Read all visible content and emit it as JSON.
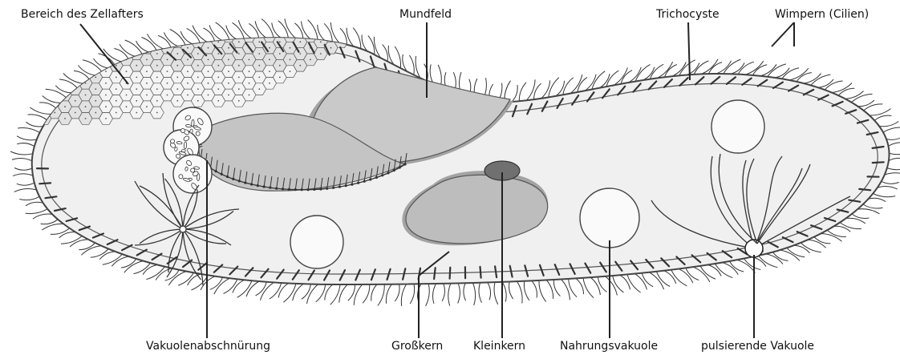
{
  "labels": {
    "anal_region": "Bereich des Zellafters",
    "oral_groove": "Mundfeld",
    "trichocyst": "Trichocyste",
    "cilia": "Wimpern (Cilien)",
    "vacuole_pinching": "Vakuolenabschnürung",
    "macronucleus": "Großkern",
    "micronucleus": "Kleinkern",
    "food_vacuole": "Nahrungsvakuole",
    "contractile_vacuole": "pulsierende Vakuole"
  },
  "colors": {
    "cytoplasm": "#f0f0f0",
    "membrane": "#444444",
    "organelle_fill": "#bdbdbd",
    "organelle_shadow": "#a3a3a3",
    "micronucleus_fill": "#707070",
    "vacuole_fill": "#fafafa",
    "line": "#222222"
  }
}
